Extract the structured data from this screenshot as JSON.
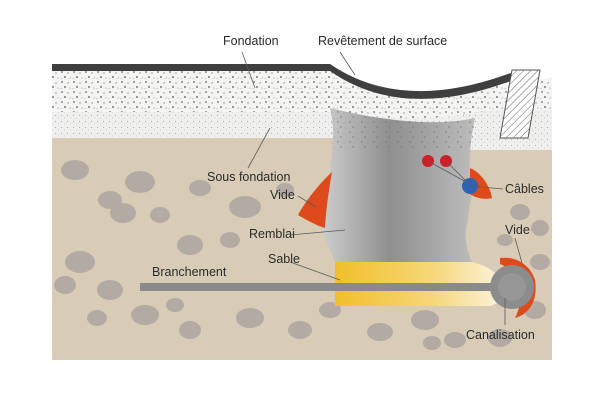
{
  "labels": {
    "fondation": "Fondation",
    "revetement": "Revêtement de surface",
    "sous_fondation": "Sous fondation",
    "vide_left": "Vide",
    "remblai": "Remblai",
    "sable": "Sable",
    "branchement": "Branchement",
    "cables": "Câbles",
    "vide_right": "Vide",
    "canalisation": "Canalisation"
  },
  "colors": {
    "surface": "#3f3f3f",
    "gravel_bg": "#f4f4f2",
    "soil": "#d8ccb6",
    "stone": "#b3aba3",
    "backfill": "#9f9f9f",
    "sand": "#f2c23a",
    "void": "#dd4a1c",
    "cable_red": "#cc1f28",
    "cable_blue": "#2f62b2",
    "pipe": "#8a8a8a"
  }
}
